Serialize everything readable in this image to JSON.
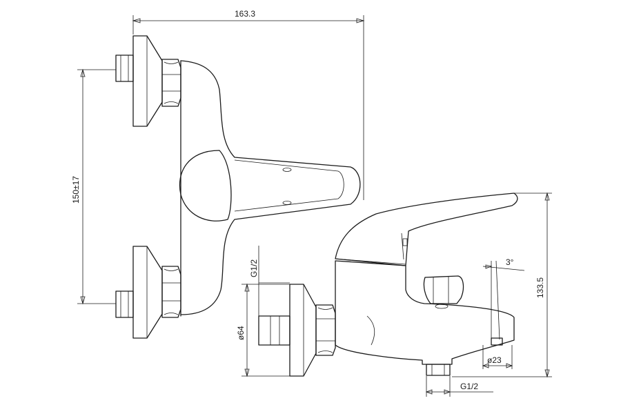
{
  "colors": {
    "line": "#1a1a1a",
    "background": "#ffffff"
  },
  "dimensions": {
    "overall_width": "163.3",
    "inlet_spacing": "150±17",
    "overall_height": "133.5",
    "thread_inlet": "G1/2",
    "flange_diameter": "ø64",
    "spout_angle": "3°",
    "outlet_diameter": "ø23",
    "thread_outlet": "G1/2"
  }
}
